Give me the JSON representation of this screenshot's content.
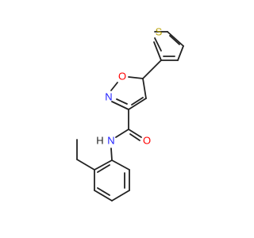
{
  "molecule": {
    "atoms": {
      "sulfur": "S",
      "ring_oxygen": "O",
      "ring_nitrogen": "N",
      "amide_nitrogen": "N",
      "amide_hydrogen": "H",
      "carbonyl_oxygen": "O"
    }
  },
  "colors": {
    "bond": "#222222",
    "sulfur": "#b8a000",
    "oxygen": "#ff0000",
    "nitrogen": "#2020ff",
    "hydrogen": "#222222"
  }
}
